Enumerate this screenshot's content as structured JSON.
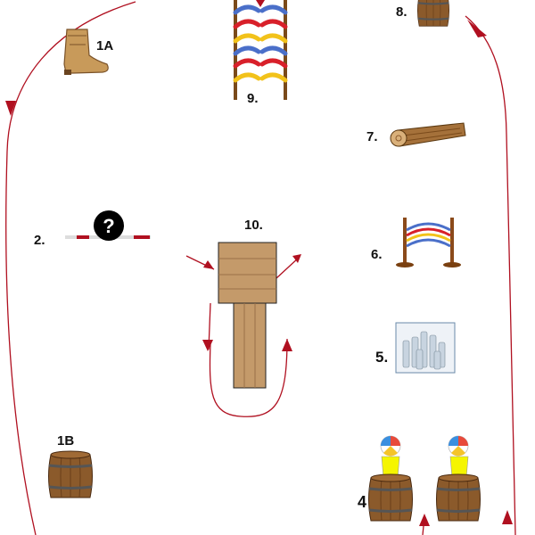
{
  "labels": {
    "boot": "1A",
    "barrel_1b": "1B",
    "rope": "2.",
    "question": "?",
    "barrels_pair": "4",
    "bottles": "5.",
    "hoop_arch": "6.",
    "log": "7.",
    "barrel_top": "8.",
    "rings": "9.",
    "platform": "10."
  },
  "colors": {
    "path": "#b01020",
    "wood": "#8b5a2b",
    "hoop_blue": "#4a6fc9",
    "hoop_red": "#d8202a",
    "hoop_yellow": "#f2c21a",
    "ball_yellow": "#f5f500"
  },
  "icons": {
    "boot": "cowboy-boot-icon",
    "barrel": "wooden-barrel-icon",
    "question": "question-mark-icon",
    "log": "wooden-log-icon",
    "bottles": "plastic-bottles-icon",
    "hoops": "hoop-arch-icon",
    "rings": "ring-ladder-icon",
    "ball": "beach-ball-icon",
    "platform": "wooden-platform-icon"
  }
}
